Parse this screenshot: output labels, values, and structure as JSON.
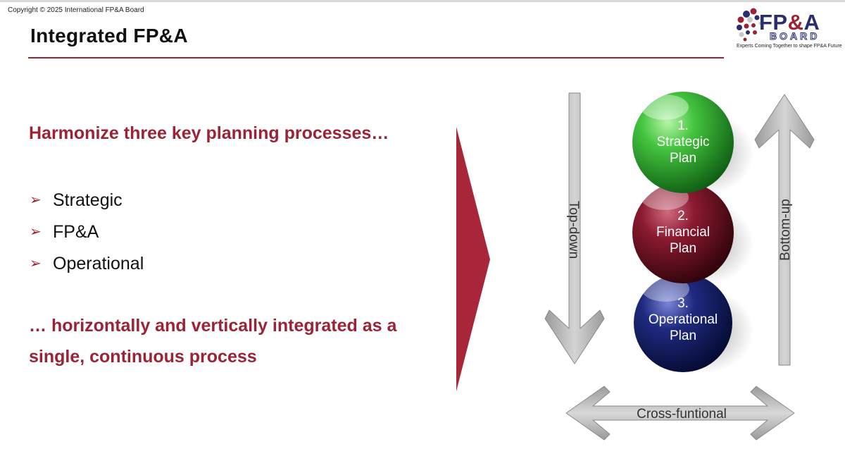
{
  "copyright": "Copyright © 2025 International  FP&A Board",
  "title": "Integrated FP&A",
  "logo": {
    "main": "FP",
    "amp": "&",
    "suffix": "A",
    "board": "BOARD",
    "tagline": "Experts Coming Together to shape FP&A Future"
  },
  "headline": "Harmonize three key planning processes…",
  "bullets": [
    "Strategic",
    "FP&A",
    "Operational"
  ],
  "closing": "… horizontally and vertically integrated as a single, continuous process",
  "diagram": {
    "top_down": "Top-down",
    "bottom_up": "Bottom-up",
    "cross": "Cross-funtional",
    "plans": [
      {
        "number": "1.",
        "line1": "Strategic",
        "line2": "Plan",
        "color": "#3cb83c"
      },
      {
        "number": "2.",
        "line1": "Financial",
        "line2": "Plan",
        "color": "#8b1a30"
      },
      {
        "number": "3.",
        "line1": "Operational",
        "line2": "Plan",
        "color": "#1f2a80"
      }
    ]
  },
  "colors": {
    "accent": "#9b2335",
    "brand_navy": "#2a2d6e"
  }
}
